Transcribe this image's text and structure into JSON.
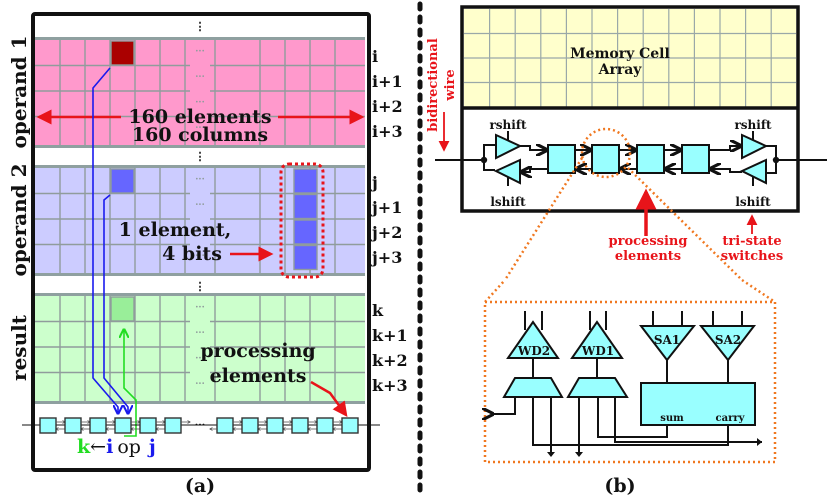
{
  "panel_a": {
    "caption": "(a)",
    "operand1": {
      "side_label": "operand 1",
      "row_labels": [
        "i",
        "i+1",
        "i+2",
        "i+3"
      ],
      "annotation_line1": "160 elements",
      "annotation_line2": "160 columns",
      "fill": "#ff99cc",
      "highlight": "#aa0000"
    },
    "operand2": {
      "side_label": "operand 2",
      "row_labels": [
        "j",
        "j+1",
        "j+2",
        "j+3"
      ],
      "annotation_line1": "1 element,",
      "annotation_line2": "4 bits",
      "fill": "#ccccff",
      "highlight": "#6666ff"
    },
    "result": {
      "side_label": "result",
      "row_labels": [
        "k",
        "k+1",
        "k+2",
        "k+3"
      ],
      "annotation_line1": "processing",
      "annotation_line2": "elements",
      "fill": "#ccffcc",
      "highlight": "#99ee99"
    },
    "ellipsis": "⋮",
    "row_ellipsis": "···",
    "op_label": {
      "k": "k",
      "arrow": "←",
      "i": "i",
      "op": "op",
      "j": "j"
    }
  },
  "panel_b": {
    "caption": "(b)",
    "memory_title_line1": "Memory Cell",
    "memory_title_line2": "Array",
    "bidirectional_line1": "bidirectional",
    "bidirectional_line2": "wire",
    "rshift": "rshift",
    "lshift": "lshift",
    "processing_line1": "processing",
    "processing_line2": "elements",
    "tristate_line1": "tri-state",
    "tristate_line2": "switches",
    "pe_detail": {
      "wd2": "WD2",
      "wd1": "WD1",
      "sa1": "SA1",
      "sa2": "SA2",
      "sum": "sum",
      "carry": "carry"
    },
    "memory_fill": "#ffffcc",
    "pe_fill": "#99ffff",
    "accent_red": "#e8141a",
    "accent_orange": "#f07820"
  }
}
